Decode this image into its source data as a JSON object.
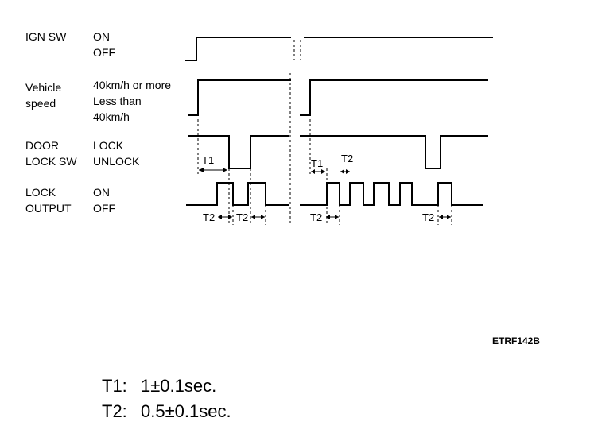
{
  "signals": {
    "ign_sw": {
      "name": "IGN SW",
      "states": [
        "ON",
        "OFF"
      ]
    },
    "vehicle_speed": {
      "name": [
        "Vehicle",
        "speed"
      ],
      "states": [
        "40km/h or more",
        "Less than",
        "40km/h"
      ]
    },
    "door_lock_sw": {
      "name": [
        "DOOR",
        "LOCK SW"
      ],
      "states": [
        "LOCK",
        "UNLOCK"
      ]
    },
    "lock_output": {
      "name": [
        "LOCK",
        "OUTPUT"
      ],
      "states": [
        "ON",
        "OFF"
      ]
    }
  },
  "timing_labels": {
    "t1": "T1",
    "t2": "T2"
  },
  "figure_code": "ETRF142B",
  "legend": [
    {
      "label": "T1:",
      "value": "1±0.1sec."
    },
    {
      "label": "T2:",
      "value": "0.5±0.1sec."
    }
  ]
}
